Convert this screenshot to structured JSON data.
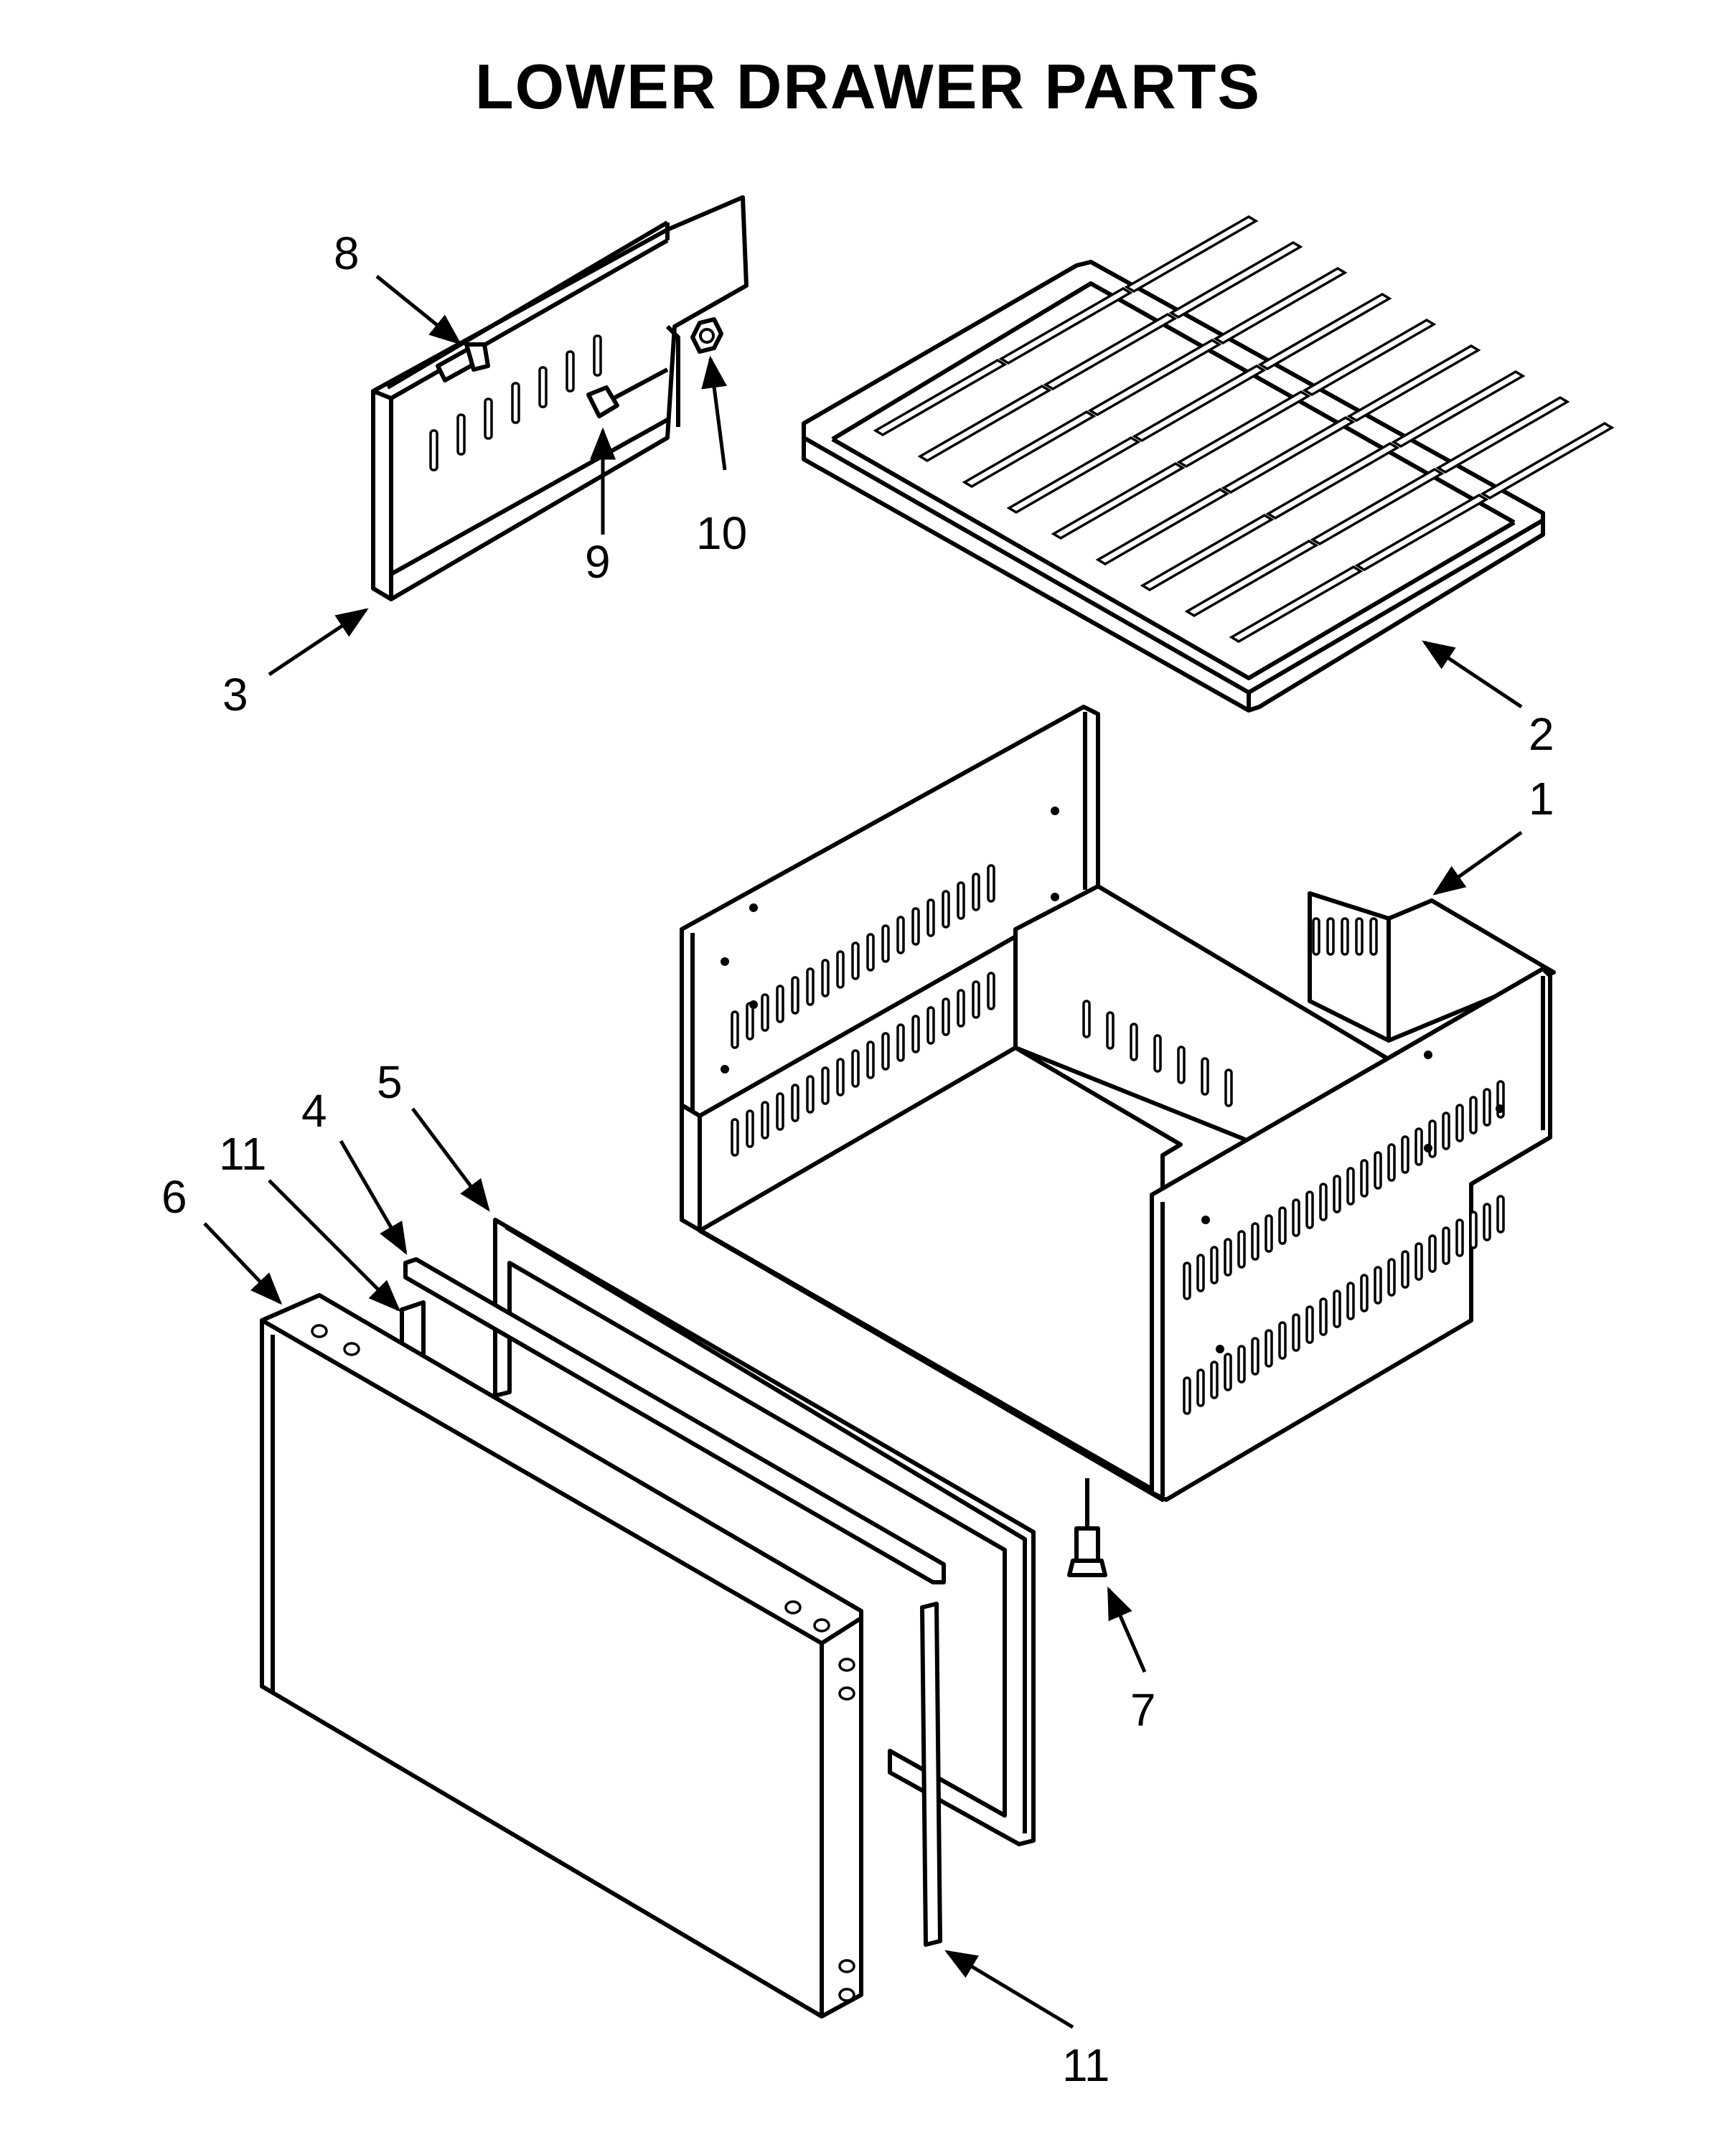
{
  "title": "LOWER DRAWER PARTS",
  "callouts": [
    {
      "id": "1",
      "label": "1"
    },
    {
      "id": "2",
      "label": "2"
    },
    {
      "id": "3",
      "label": "3"
    },
    {
      "id": "4",
      "label": "4"
    },
    {
      "id": "5",
      "label": "5"
    },
    {
      "id": "6",
      "label": "6"
    },
    {
      "id": "7",
      "label": "7"
    },
    {
      "id": "8",
      "label": "8"
    },
    {
      "id": "9",
      "label": "9"
    },
    {
      "id": "10",
      "label": "10"
    },
    {
      "id": "11a",
      "label": "11"
    },
    {
      "id": "11b",
      "label": "11"
    }
  ]
}
